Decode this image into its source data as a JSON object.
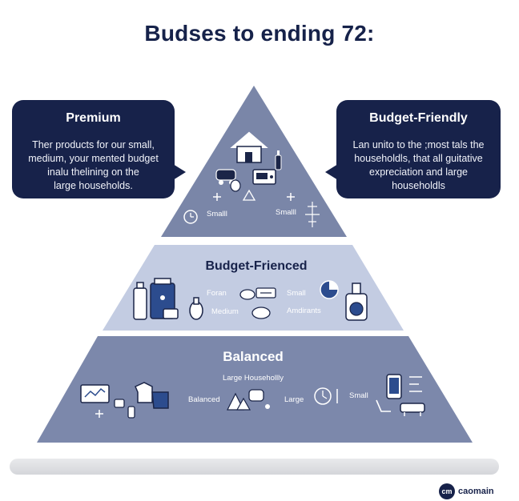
{
  "title": "Budses to ending 72:",
  "callouts": {
    "left": {
      "heading": "Premium",
      "lines": [
        "Ther products for our small,",
        "medium, your mented budget",
        "inalu thelining on the",
        "large households."
      ]
    },
    "right": {
      "heading": "Budget-Friendly",
      "lines": [
        "Lan unito to the ;most tals the",
        "householdls, that all guitative",
        "expreciation and large",
        "householdls"
      ]
    }
  },
  "tiers": {
    "top": {
      "labels": [
        "Smalll",
        "Smalll"
      ]
    },
    "middle": {
      "heading": "Budget-Frienced",
      "labels": [
        "Foran",
        "Small",
        "Medium",
        "Amdirants"
      ]
    },
    "bottom": {
      "heading": "Balanced",
      "subheading": "Large Househollly",
      "labels": [
        "Balanced",
        "Large",
        "Small"
      ]
    }
  },
  "colors": {
    "title": "#16224a",
    "callout": "#17224a",
    "tier_top": "#7a86a8",
    "tier_middle": "#c3cce2",
    "tier_bottom": "#7c88ab",
    "base": "#dcdde0"
  },
  "logo": {
    "mark": "cm",
    "text": "caomain"
  }
}
